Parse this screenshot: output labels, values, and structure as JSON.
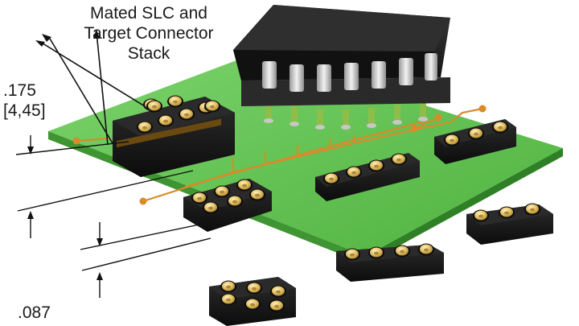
{
  "callout": {
    "line1": "Mated SLC and",
    "line2": "Target Connector",
    "line3": "Stack"
  },
  "dimension_stack": {
    "inch": ".175",
    "mm": "[4,45]"
  },
  "dimension_single": {
    "inch": ".087"
  },
  "colors": {
    "pcb": "#5cc04d",
    "pcb_edge": "#3f9434",
    "trace": "#d98a2a",
    "connector_body": "#1b1b1b",
    "contact_gold": "#e6c265",
    "ic_body": "#1e1e1e",
    "ic_pin": "#cfcfcf"
  }
}
